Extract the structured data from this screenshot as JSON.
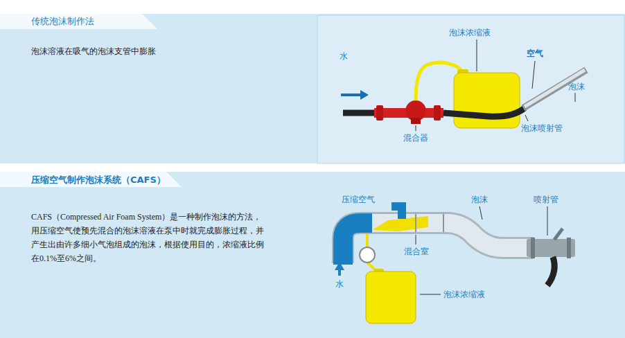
{
  "diagram": {
    "nodes": [
      {
        "text": [
          "传统泡沫制作法",
          "泡沫溶液在吸气的泡沫支管中膨胀"
        ]
      },
      {
        "text": [
          "压缩空气制作泡沫系统（CAFS）",
          "CAFS（Compressed Air Foam System）是一种制作泡沫的方法，用压缩空气使预先混合的泡沫溶液在泵中时就完成膨胀过程，并产生出由许多细小气泡组成的泡沫，根据使用目的，浓缩液比例在0.1%至6%之间。"
        ]
      }
    ],
    "labels": [
      "水",
      "泡沫浓缩液",
      "空气",
      "泡沫",
      "混合器",
      "泡沫喷射管",
      "压缩空气",
      "泡沫",
      "喷射管",
      "混合室",
      "水",
      "泡沫浓缩液"
    ]
  }
}
